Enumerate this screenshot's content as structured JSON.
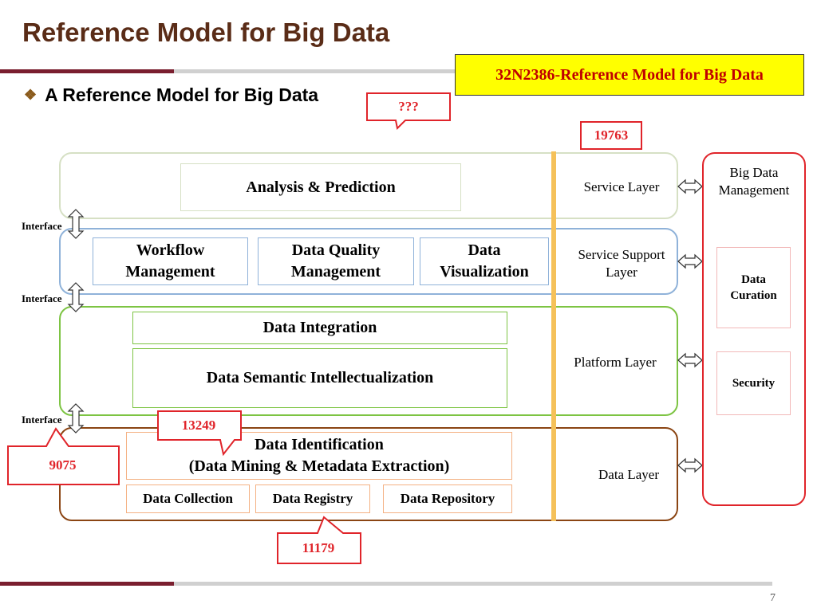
{
  "slide": {
    "title": "Reference Model for Big Data",
    "bullet": "A Reference Model for Big Data",
    "reference_box": "32N2386-Reference Model for Big Data",
    "page_number": "7"
  },
  "callouts": {
    "unknown": "???",
    "c19763": "19763",
    "c13249": "13249",
    "c9075": "9075",
    "c11179": "11179"
  },
  "layers": {
    "service": {
      "label": "Service Layer",
      "items": [
        "Analysis & Prediction"
      ]
    },
    "service_support": {
      "label_line1": "Service Support",
      "label_line2": "Layer",
      "items": [
        {
          "line1": "Workflow",
          "line2": "Management"
        },
        {
          "line1": "Data Quality",
          "line2": "Management"
        },
        {
          "line1": "Data",
          "line2": "Visualization"
        }
      ]
    },
    "platform": {
      "label": "Platform Layer",
      "items": [
        "Data Integration",
        "Data Semantic Intellectualization"
      ]
    },
    "data": {
      "label": "Data Layer",
      "identification_line1": "Data Identification",
      "identification_line2": "(Data Mining & Metadata Extraction)",
      "items": [
        "Data Collection",
        "Data Registry",
        "Data Repository"
      ]
    }
  },
  "interfaces": [
    "Interface",
    "Interface",
    "Interface"
  ],
  "management": {
    "title_line1": "Big Data",
    "title_line2": "Management",
    "items": [
      {
        "line1": "Data",
        "line2": "Curation"
      },
      {
        "line1": "Security",
        "line2": ""
      }
    ]
  },
  "colors": {
    "title": "#5a2c17",
    "service_border": "#d6e0c4",
    "support_border": "#8fb2d9",
    "platform_border": "#7dc443",
    "data_border": "#8b4513",
    "management_border": "#e0242a",
    "divider": "#f5c15a",
    "callout": "#e0242a"
  }
}
